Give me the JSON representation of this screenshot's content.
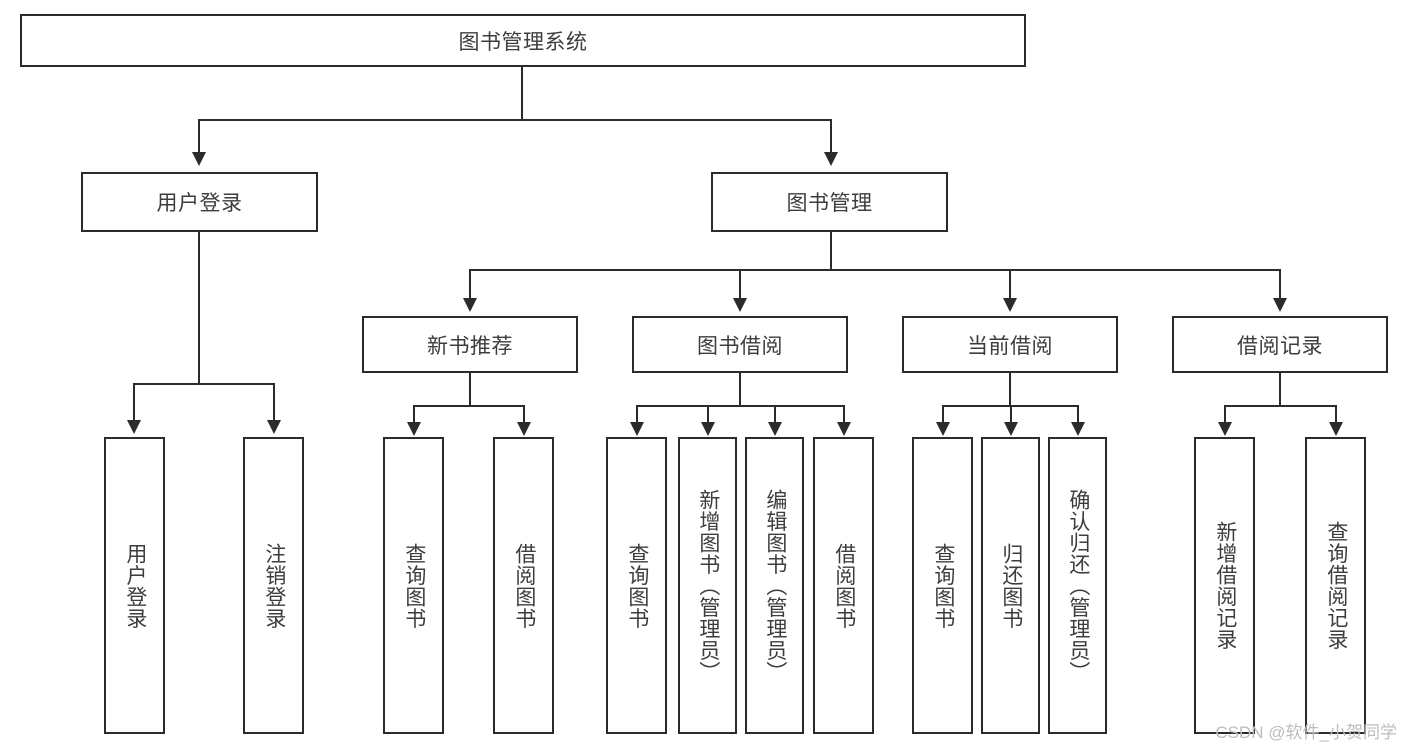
{
  "diagram": {
    "type": "tree",
    "title": "图书管理系统",
    "root": {
      "label": "图书管理系统"
    },
    "level1": [
      {
        "id": "user-login",
        "label": "用户登录"
      },
      {
        "id": "book-manage",
        "label": "图书管理"
      }
    ],
    "level2": [
      {
        "id": "new-book-recommend",
        "label": "新书推荐",
        "parent": "book-manage"
      },
      {
        "id": "book-borrow",
        "label": "图书借阅",
        "parent": "book-manage"
      },
      {
        "id": "current-borrow",
        "label": "当前借阅",
        "parent": "book-manage"
      },
      {
        "id": "borrow-record",
        "label": "借阅记录",
        "parent": "book-manage"
      }
    ],
    "leaves": {
      "user_login": [
        {
          "id": "leaf-user-login",
          "label": "用户登录"
        },
        {
          "id": "leaf-user-logout",
          "label": "注销登录"
        }
      ],
      "new_book_recommend": [
        {
          "id": "leaf-query-book-1",
          "label": "查询图书"
        },
        {
          "id": "leaf-borrow-book-1",
          "label": "借阅图书"
        }
      ],
      "book_borrow": [
        {
          "id": "leaf-query-book-2",
          "label": "查询图书"
        },
        {
          "id": "leaf-add-book",
          "label": "新增图书（管理员）"
        },
        {
          "id": "leaf-edit-book",
          "label": "编辑图书（管理员）"
        },
        {
          "id": "leaf-borrow-book-2",
          "label": "借阅图书"
        }
      ],
      "current_borrow": [
        {
          "id": "leaf-query-book-3",
          "label": "查询图书"
        },
        {
          "id": "leaf-return-book",
          "label": "归还图书"
        },
        {
          "id": "leaf-confirm-return",
          "label": "确认归还（管理员）"
        }
      ],
      "borrow_record": [
        {
          "id": "leaf-add-record",
          "label": "新增借阅记录"
        },
        {
          "id": "leaf-query-record",
          "label": "查询借阅记录"
        }
      ]
    }
  },
  "watermark": {
    "text": "CSDN @软件_小贺同学"
  },
  "colors": {
    "stroke": "#2b2b2b",
    "fill": "#ffffff",
    "text": "#3d3d3d",
    "watermark": "#bdbdbd"
  }
}
